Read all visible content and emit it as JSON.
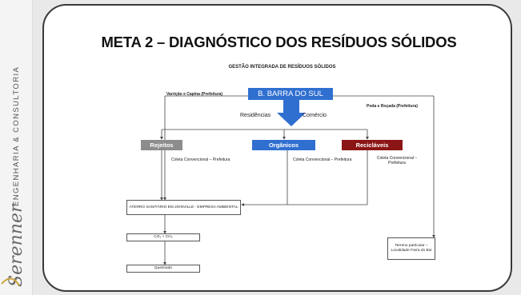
{
  "sidebar": {
    "brand_vertical": "ENGENHARIA & CONSULTORIA",
    "brand_name": "Serenner"
  },
  "slide": {
    "title": "META 2 – DIAGNÓSTICO DOS RESÍDUOS SÓLIDOS"
  },
  "diagram": {
    "title": "GESTÃO INTEGRADA DE RESÍDUOS SÓLIDOS",
    "origin": "B. BARRA DO SUL",
    "label_left": "Varrição e Capina (Prefeitura)",
    "label_right": "Poda e Roçada (Prefeitura)",
    "source_1": "Residências",
    "source_2": "Comércio",
    "cat_1": "Rejeitos",
    "cat_2": "Orgânicos",
    "cat_3": "Recicláveis",
    "coleta_1": "Coleta Convencional – Prefeitura",
    "coleta_2": "Coleta Convencional – Prefeitura",
    "coleta_3": "Coleta Convencional – Prefeitura",
    "aterro": "ATERRO SANITÁRIO EM JOINVILLE - EMPRESA AMBIENTAL",
    "gases": "CO₂ + CH₄",
    "queimado": "Queimado",
    "terreno": "Terreno particular – Localidade Farra do Boi"
  }
}
